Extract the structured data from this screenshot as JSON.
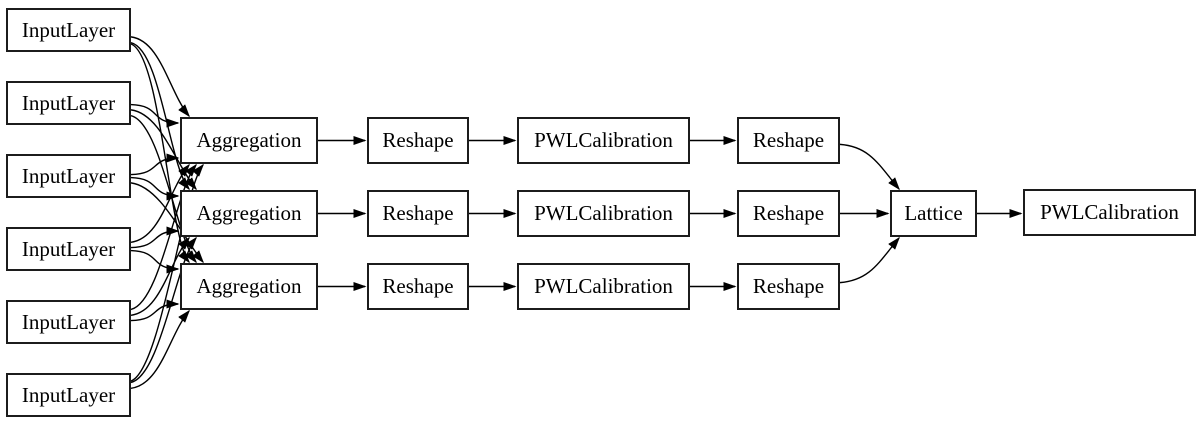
{
  "diagram": {
    "kind": "layer-graph",
    "nodes": [
      {
        "id": "input1",
        "label": "InputLayer"
      },
      {
        "id": "input2",
        "label": "InputLayer"
      },
      {
        "id": "input3",
        "label": "InputLayer"
      },
      {
        "id": "input4",
        "label": "InputLayer"
      },
      {
        "id": "input5",
        "label": "InputLayer"
      },
      {
        "id": "input6",
        "label": "InputLayer"
      },
      {
        "id": "agg1",
        "label": "Aggregation"
      },
      {
        "id": "agg2",
        "label": "Aggregation"
      },
      {
        "id": "agg3",
        "label": "Aggregation"
      },
      {
        "id": "rsA1",
        "label": "Reshape"
      },
      {
        "id": "rsA2",
        "label": "Reshape"
      },
      {
        "id": "rsA3",
        "label": "Reshape"
      },
      {
        "id": "pwlA1",
        "label": "PWLCalibration"
      },
      {
        "id": "pwlA2",
        "label": "PWLCalibration"
      },
      {
        "id": "pwlA3",
        "label": "PWLCalibration"
      },
      {
        "id": "rsB1",
        "label": "Reshape"
      },
      {
        "id": "rsB2",
        "label": "Reshape"
      },
      {
        "id": "rsB3",
        "label": "Reshape"
      },
      {
        "id": "lattice",
        "label": "Lattice"
      },
      {
        "id": "pwlOut",
        "label": "PWLCalibration"
      }
    ],
    "edges": [
      {
        "from": "input1",
        "to": "agg1"
      },
      {
        "from": "input1",
        "to": "agg2"
      },
      {
        "from": "input1",
        "to": "agg3"
      },
      {
        "from": "input2",
        "to": "agg1"
      },
      {
        "from": "input2",
        "to": "agg2"
      },
      {
        "from": "input2",
        "to": "agg3"
      },
      {
        "from": "input3",
        "to": "agg1"
      },
      {
        "from": "input3",
        "to": "agg2"
      },
      {
        "from": "input3",
        "to": "agg3"
      },
      {
        "from": "input4",
        "to": "agg1"
      },
      {
        "from": "input4",
        "to": "agg2"
      },
      {
        "from": "input4",
        "to": "agg3"
      },
      {
        "from": "input5",
        "to": "agg1"
      },
      {
        "from": "input5",
        "to": "agg2"
      },
      {
        "from": "input5",
        "to": "agg3"
      },
      {
        "from": "input6",
        "to": "agg1"
      },
      {
        "from": "input6",
        "to": "agg2"
      },
      {
        "from": "input6",
        "to": "agg3"
      },
      {
        "from": "agg1",
        "to": "rsA1"
      },
      {
        "from": "agg2",
        "to": "rsA2"
      },
      {
        "from": "agg3",
        "to": "rsA3"
      },
      {
        "from": "rsA1",
        "to": "pwlA1"
      },
      {
        "from": "rsA2",
        "to": "pwlA2"
      },
      {
        "from": "rsA3",
        "to": "pwlA3"
      },
      {
        "from": "pwlA1",
        "to": "rsB1"
      },
      {
        "from": "pwlA2",
        "to": "rsB2"
      },
      {
        "from": "pwlA3",
        "to": "rsB3"
      },
      {
        "from": "rsB1",
        "to": "lattice"
      },
      {
        "from": "rsB2",
        "to": "lattice"
      },
      {
        "from": "rsB3",
        "to": "lattice"
      },
      {
        "from": "lattice",
        "to": "pwlOut"
      }
    ]
  },
  "colors": {
    "background": "#ffffff",
    "node_fill": "#ffffff",
    "node_border": "#1c1c1c",
    "edge": "#000000",
    "text": "#000000"
  }
}
